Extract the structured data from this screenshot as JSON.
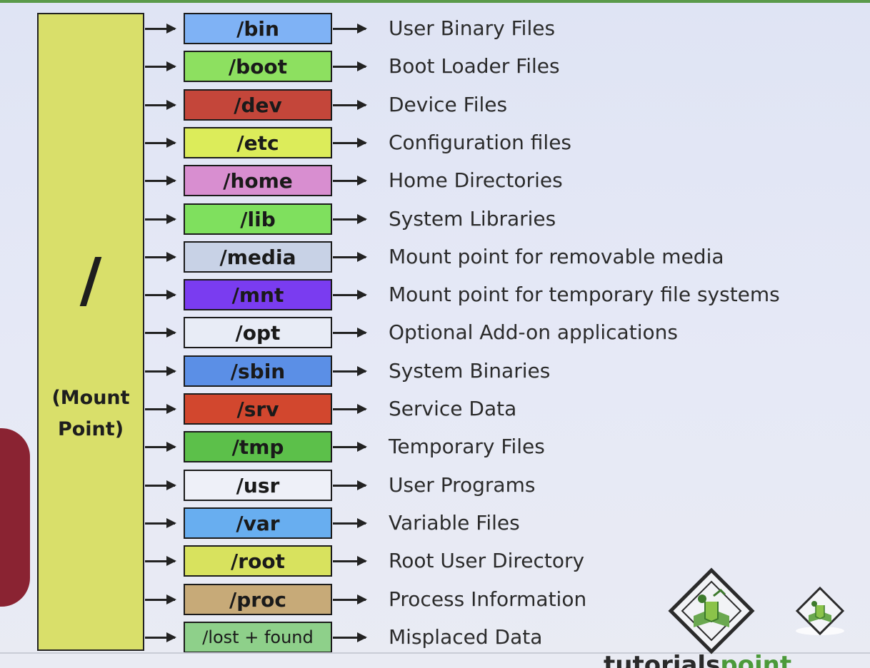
{
  "mount": {
    "symbol": "/",
    "label_line1": "(Mount",
    "label_line2": "Point)",
    "color": "#d9df6a"
  },
  "directories": [
    {
      "name": "/bin",
      "desc": "User Binary Files",
      "color": "#7fb2f5"
    },
    {
      "name": "/boot",
      "desc": "Boot Loader Files",
      "color": "#8de060"
    },
    {
      "name": "/dev",
      "desc": "Device Files",
      "color": "#c4463a"
    },
    {
      "name": "/etc",
      "desc": "Configuration files",
      "color": "#dcec5a"
    },
    {
      "name": "/home",
      "desc": "Home Directories",
      "color": "#d88ed0"
    },
    {
      "name": "/lib",
      "desc": "System Libraries",
      "color": "#7fe05e"
    },
    {
      "name": "/media",
      "desc": "Mount point for removable media",
      "color": "#c8d2e6"
    },
    {
      "name": "/mnt",
      "desc": "Mount point for temporary file systems",
      "color": "#7a3cf0"
    },
    {
      "name": "/opt",
      "desc": "Optional Add-on applications",
      "color": "#e8ecf6"
    },
    {
      "name": "/sbin",
      "desc": "System Binaries",
      "color": "#5b8fe6"
    },
    {
      "name": "/srv",
      "desc": "Service Data",
      "color": "#d2472e"
    },
    {
      "name": "/tmp",
      "desc": "Temporary Files",
      "color": "#5cc04a"
    },
    {
      "name": "/usr",
      "desc": "User Programs",
      "color": "#eef0f8"
    },
    {
      "name": "/var",
      "desc": "Variable Files",
      "color": "#68aef0"
    },
    {
      "name": "/root",
      "desc": "Root User Directory",
      "color": "#d8e25e"
    },
    {
      "name": "/proc",
      "desc": "Process Information",
      "color": "#c7aa78"
    },
    {
      "name": "/lost + found",
      "desc": "Misplaced Data",
      "color": "#8ed08a"
    }
  ],
  "branding": {
    "logo_text_part1": "tutorials",
    "logo_text_part2": "point",
    "logo_icon": "tutorialspoint-logo-icon",
    "accent_color": "#4c9a3a"
  }
}
